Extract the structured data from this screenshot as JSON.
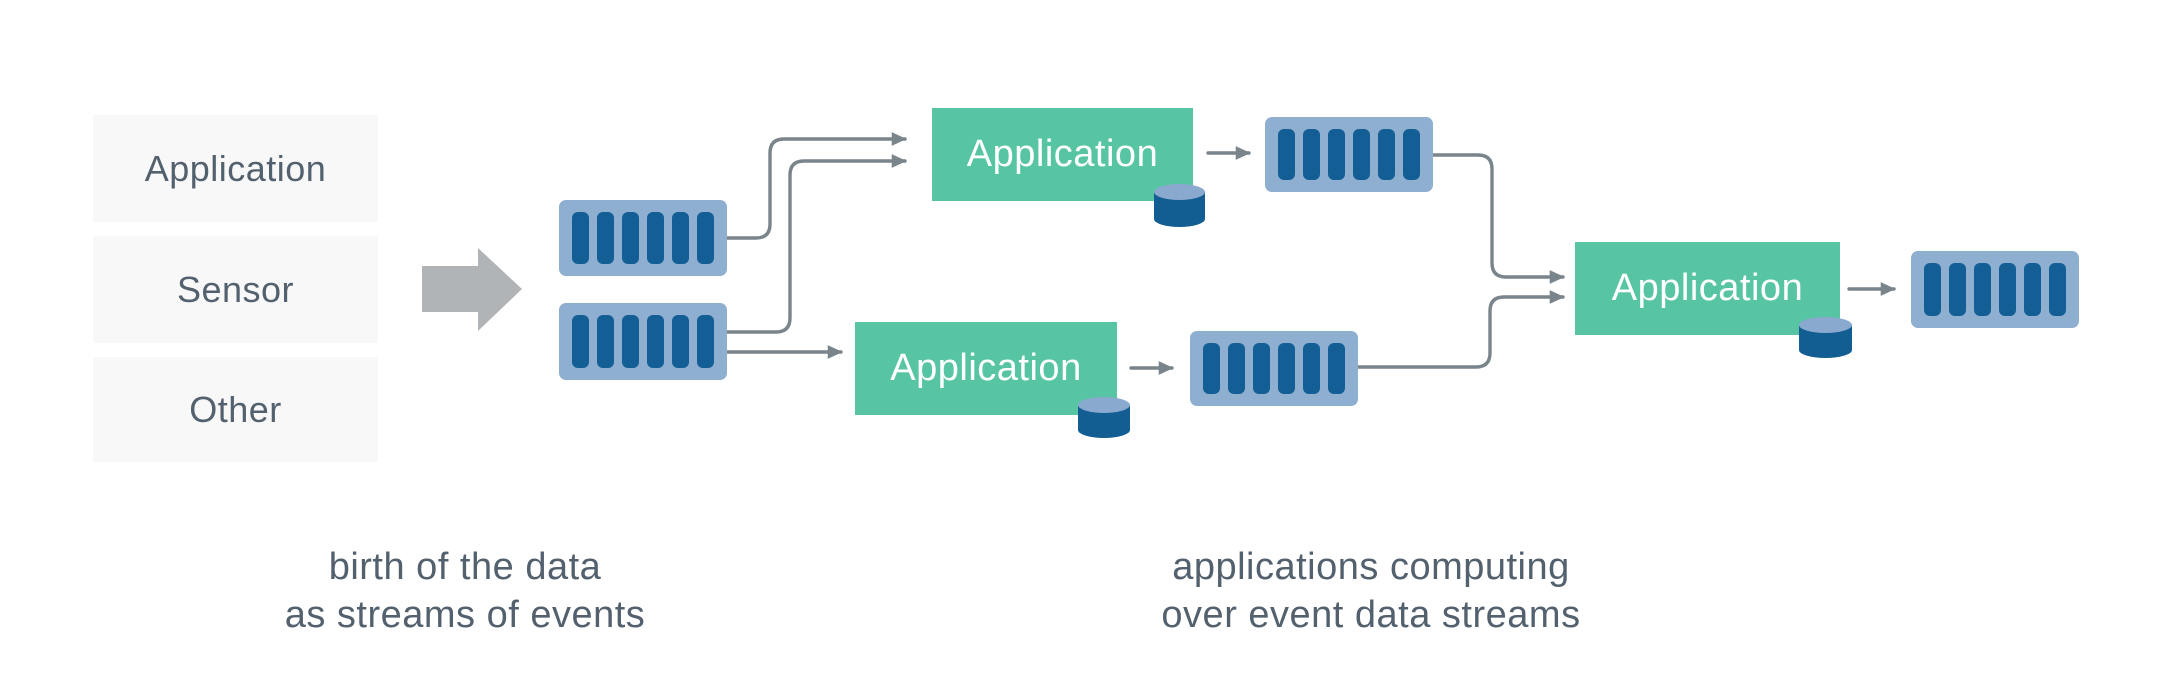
{
  "colors": {
    "page-bg": "#ffffff",
    "source-bg": "#f8f8f8",
    "text-slate": "#53616e",
    "green": "#57c5a3",
    "app-text": "#ffffff",
    "stream-bg": "#8fafd0",
    "stream-bar": "#135e95",
    "cyl-body": "#125e93",
    "cyl-top": "#8aa9ce",
    "connector": "#79848b",
    "block-arrow": "#b1b4b6"
  },
  "sources": [
    {
      "label": "Application"
    },
    {
      "label": "Sensor"
    },
    {
      "label": "Other"
    }
  ],
  "apps": [
    {
      "label": "Application"
    },
    {
      "label": "Application"
    },
    {
      "label": "Application"
    }
  ],
  "captions": {
    "left": {
      "line1": "birth of the data",
      "line2": "as streams of events"
    },
    "right": {
      "line1": "applications computing",
      "line2": "over event data streams"
    }
  },
  "icons": {
    "stream_bar_count": 6,
    "stream_icon_count": 5,
    "database_cylinder_count": 3,
    "block_arrow": "right-block-arrow"
  }
}
